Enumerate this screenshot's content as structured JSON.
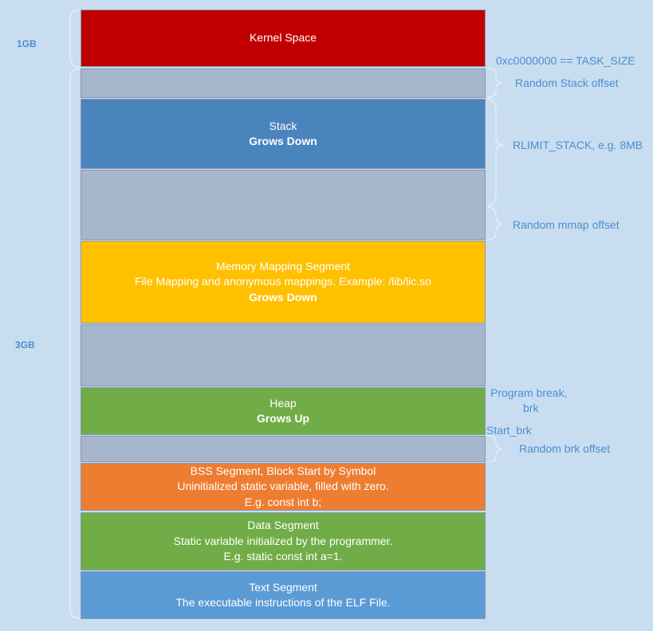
{
  "size_labels": {
    "upper": "1GB",
    "lower": "3GB"
  },
  "segments": {
    "kernel": {
      "line1": "Kernel Space",
      "color": "#c00000"
    },
    "stack": {
      "line1": "Stack",
      "line2": "Grows Down",
      "color": "#4a84bd"
    },
    "mmap": {
      "line1": "Memory Mapping Segment",
      "line2": "File Mapping and anonymous mappings. Example: /lib/lic.so",
      "line3": "Grows Down",
      "color": "#ffc000"
    },
    "heap": {
      "line1": "Heap",
      "line2": "Grows Up",
      "color": "#70ad47"
    },
    "bss": {
      "line1": "BSS Segment, Block Start by Symbol",
      "line2": "Uninitialized static variable, filled with zero.",
      "line3": "E.g. const int b;",
      "color": "#ed7d31"
    },
    "data": {
      "line1": "Data Segment",
      "line2": "Static variable initialized by the programmer.",
      "line3": "E.g. static const int a=1.",
      "color": "#70ad47"
    },
    "text": {
      "line1": "Text Segment",
      "line2": "The executable instructions of the ELF File.",
      "color": "#5b9bd5"
    }
  },
  "annotations": {
    "task_size": "0xc0000000 == TASK_SIZE",
    "random_stack": "Random Stack offset",
    "rlimit": "RLIMIT_STACK, e.g. 8MB",
    "random_mmap": "Random mmap offset",
    "program_break_1": "Program break,",
    "program_break_2": "brk",
    "start_brk": "Start_brk",
    "random_brk": "Random brk offset"
  }
}
